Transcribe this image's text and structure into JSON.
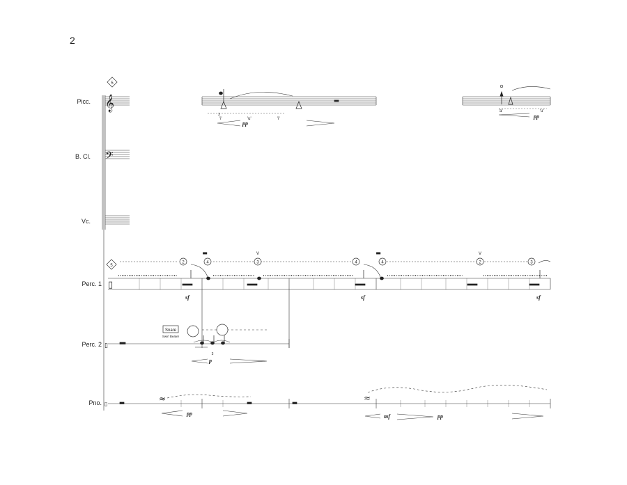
{
  "page": {
    "number": "2"
  },
  "instruments": [
    {
      "id": "picc",
      "label": "Picc."
    },
    {
      "id": "bcl",
      "label": "B. Cl."
    },
    {
      "id": "vc",
      "label": "Vc."
    },
    {
      "id": "perc1",
      "label": "Perc. 1"
    },
    {
      "id": "perc2",
      "label": "Perc. 2"
    },
    {
      "id": "pno",
      "label": "Pno."
    }
  ],
  "rehearsal": {
    "mark": "5"
  },
  "picc": {
    "tuplet": "3",
    "vowels_a": [
      "'i'",
      "'u'",
      "'i'"
    ],
    "vowels_b": [
      "'a'",
      "'u'"
    ],
    "dyn_a": "pp",
    "dyn_b": "pp"
  },
  "perc1": {
    "positions": [
      "2",
      "4",
      "3",
      "4",
      "4",
      "2",
      "3"
    ],
    "mark_v": "V",
    "dynamics": [
      "sf",
      "sf",
      "sf"
    ]
  },
  "perc2": {
    "instrument_box": "Snare",
    "beater": "Swirl Beater",
    "tuplet": "3",
    "dyn": "p"
  },
  "pno": {
    "dyn_a": "pp",
    "dyn_b": "mf",
    "dyn_c": "pp"
  }
}
